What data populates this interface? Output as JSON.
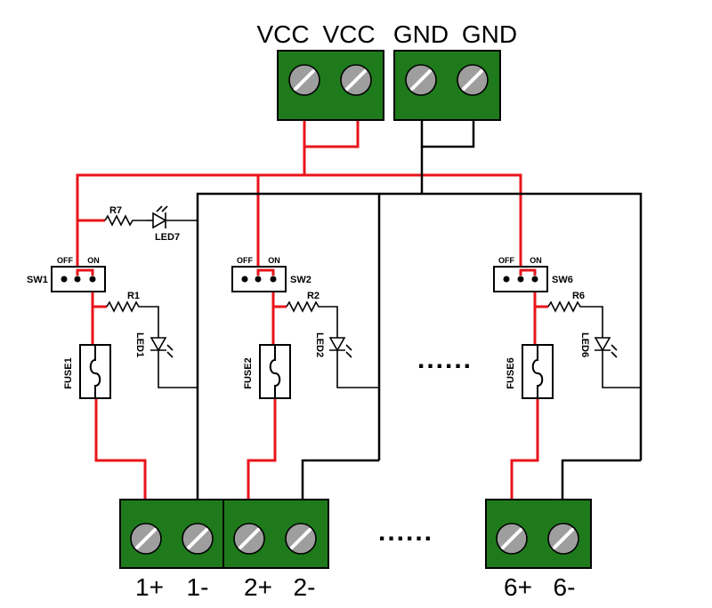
{
  "terminals_top": {
    "vcc1": "VCC",
    "vcc2": "VCC",
    "gnd1": "GND",
    "gnd2": "GND"
  },
  "indicator": {
    "resistor": "R7",
    "led": "LED7"
  },
  "channels": [
    {
      "switch": "SW1",
      "off": "OFF",
      "on": "ON",
      "resistor": "R1",
      "led": "LED1",
      "fuse": "FUSE1",
      "pos": "1+",
      "neg": "1-"
    },
    {
      "switch": "SW2",
      "off": "OFF",
      "on": "ON",
      "resistor": "R2",
      "led": "LED2",
      "fuse": "FUSE2",
      "pos": "2+",
      "neg": "2-"
    },
    {
      "switch": "SW6",
      "off": "OFF",
      "on": "ON",
      "resistor": "R6",
      "led": "LED6",
      "fuse": "FUSE6",
      "pos": "6+",
      "neg": "6-"
    }
  ],
  "ellipsis_middle": "......",
  "ellipsis_bottom": "......",
  "colors": {
    "positive_wire": "#e8141b",
    "negative_wire": "#000000",
    "terminal_block": "#1f7a1c",
    "screw": "#9e9e9e"
  }
}
